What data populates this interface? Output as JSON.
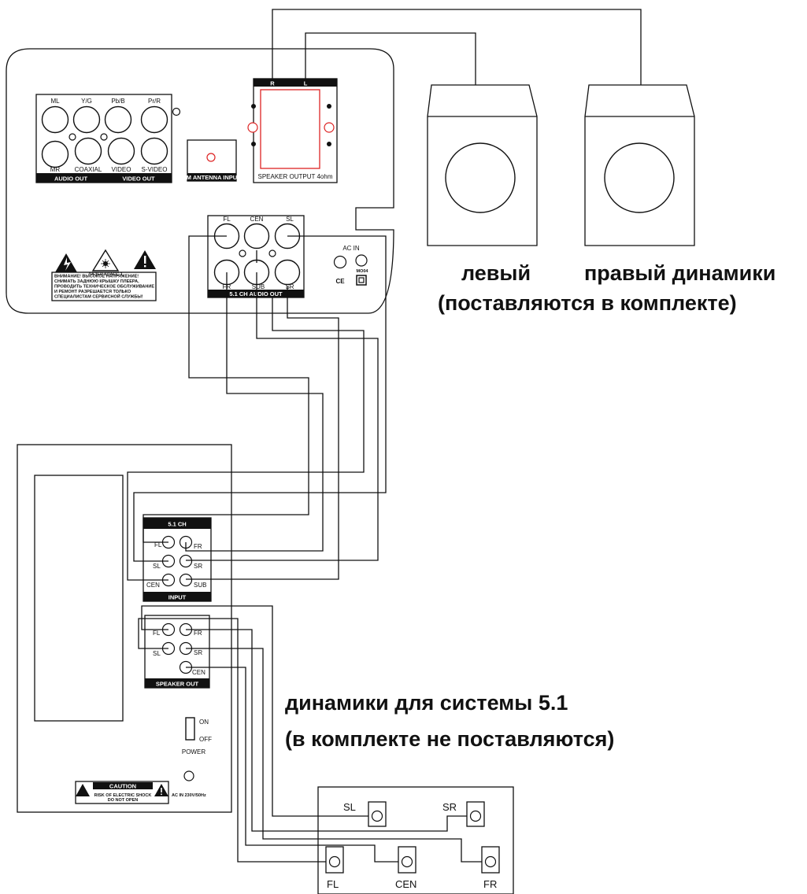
{
  "dvd": {
    "av_jacks": {
      "ml": "ML",
      "yg": "Y/G",
      "pbb": "Pb/B",
      "prr": "Pr/R",
      "mr": "MR",
      "coaxial": "COAXIAL",
      "video": "VIDEO",
      "svideo": "S-VIDEO"
    },
    "audio_out": "AUDIO OUT",
    "video_out": "VIDEO OUT",
    "fm_antenna": "FM ANTENNA INPUT",
    "speaker_r": "R",
    "speaker_l": "L",
    "speaker_output": "SPEAKER OUTPUT 4ohm",
    "ch51_jacks": {
      "fl": "FL",
      "cen": "CEN",
      "sl": "SL",
      "fr": "FR",
      "sub": "SUB",
      "sr": "SR"
    },
    "ch51_label": "5.1 CH AUDIO OUT",
    "ac_in": "AC IN",
    "cert_mark": "MO04",
    "laser_class": "ЛАЗЕР КЛАСС 1",
    "warning_lines": [
      "ВНИМАНИЕ! ВЫСОКОЕ НАПРЯЖЕНИЕ!",
      "СНИМАТЬ ЗАДНЮЮ КРЫШКУ ПЛЕЕРА,",
      "ПРОВОДИТЬ ТЕХНИЧЕСКОЕ ОБСЛУЖИВАНИЕ",
      "И РЕМОНТ РАЗРЕШАЕТСЯ ТОЛЬКО",
      "СПЕЦИАЛИСТАМ СЕРВИСНОЙ СЛУЖБЫ!"
    ]
  },
  "amp": {
    "input_title": "5.1 CH",
    "input_jacks": {
      "fl": "FL",
      "fr": "FR",
      "sl": "SL",
      "sr": "SR",
      "cen": "CEN",
      "sub": "SUB"
    },
    "input_label": "INPUT",
    "out_jacks": {
      "fl": "FL",
      "fr": "FR",
      "sl": "SL",
      "sr": "SR",
      "cen": "CEN"
    },
    "speaker_out_label": "SPEAKER OUT",
    "on": "ON",
    "off": "OFF",
    "power": "POWER",
    "caution_title": "CAUTION",
    "caution_line1": "RISK OF ELECTRIC SHOCK",
    "caution_line2": "DO NOT OPEN",
    "ac_in": "AC IN 230V/50Hz"
  },
  "speakers_51": {
    "sl": "SL",
    "sr": "SR",
    "fl": "FL",
    "cen": "CEN",
    "fr": "FR"
  },
  "captions": {
    "left_speaker": "левый",
    "right_speakers": "правый динамики",
    "included": "(поставляются в комплекте)",
    "system_title": "динамики для системы 5.1",
    "not_included": "(в комплекте не поставляются)"
  }
}
